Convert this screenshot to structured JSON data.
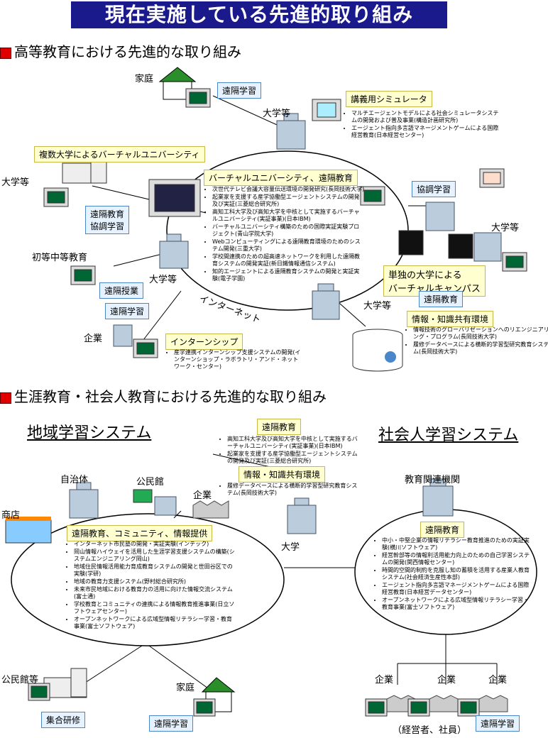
{
  "title": "現在実施している先進的取り組み",
  "sec1": {
    "heading": "高等教育における先進的な取り組み",
    "lbl_home": "家庭",
    "tag_remote_learn": "遠隔学習",
    "lbl_univ1": "大学等",
    "sim_title": "講義用シミュレータ",
    "sim_items": [
      "マルチエージェントモデルによる社会シミュレータシステムの開発および普及事業(構造計画研究所)",
      "エージェント指向多言語マネージメントゲームによる国際経営教育(日本経営センター)"
    ],
    "multi_univ": "複数大学によるバーチャルユニバーシティ",
    "lbl_univ_left": "大学等",
    "tag_remote_collab": "遠隔教育\n協調学習",
    "center_title": "バーチャルユニバーシティ、遠隔教育",
    "center_items": [
      "次世代テレビ会議大容量伝送環境の開発研究(長岡技術大学)",
      "起業家を支援する産学協働型エージェントシステムの開発及び実証(三菱総合研究所)",
      "高知工科大学及び高知大学を中核として実施するバーチャルユニバーシティ(実証事業)(日本IBM)",
      "バーチャルユニバーシティ構築のための国際実証実験プロジェクト(青山学院大学)",
      "Webコンピューティングによる遠隔教育環境のためのシステム開発(三重大学)",
      "学校間連携のための超高速ネットワークを利用した遠隔教育システムの開発実証(新日鐵情報通信システム)",
      "知的エージェントによる遠隔教育システムの開発と実証実験(電子学園)"
    ],
    "tag_collab": "協調学習",
    "lbl_univ_right": "大学等",
    "lbl_k12": "初等中等教育",
    "tag_remote_class": "遠隔授業",
    "lbl_univ_mid": "大学等",
    "campus": "単独の大学による\nバーチャルキャンパス",
    "tag_remote_edu": "遠隔教育",
    "internet": "インターネット",
    "tag_remote_learn2": "遠隔学習",
    "lbl_univ_bottom": "大学等",
    "lbl_company": "企業",
    "intern_title": "インターンシップ",
    "intern_items": [
      "産学連携インターンシップ支援システムの開発(インターンショップ・ラボラトリ・アンド・ネットワーク・センター)"
    ],
    "share_title": "情報・知識共有環境",
    "share_items": [
      "情報技術のグローバリゼーションへのリエンジニアリング・プログラム(長岡技術大学)",
      "履修データベースによる横断的学習型研究教育システム(長岡技術大学)"
    ]
  },
  "sec2": {
    "heading": "生涯教育・社会人教育における先進的な取り組み",
    "left_title": "地域学習システム",
    "right_title": "社会人学習システム",
    "mid_tag1": "遠隔教育",
    "mid_items1": [
      "高知工科大学及び高知大学を中核として実施するバーチャルユニバーシティ(実証事業)(日本IBM)",
      "起業家を支援する産学協働型エージェントシステムの開発及び実証(三菱総合研究所)"
    ],
    "mid_tag2": "情報・知識共有環境",
    "mid_items2": [
      "履修データベースによる横断的学習型研究教育システム(長岡技術大学)"
    ],
    "lbl_city": "自治体",
    "lbl_hall": "公民館",
    "lbl_company": "企業",
    "lbl_shop": "商店",
    "lbl_univ": "大学",
    "lbl_org": "教育関連機関",
    "left_tag": "遠隔教育、コミュニティ、情報提供",
    "left_items": [
      "インターネット市民塾の開発・実証実験(インテック)",
      "岡山情報ハイウェイを活用した生涯学習支援システムの構築(システムエンジニアリング岡山)",
      "地域住民情報活用能力育成教育システムの開発と世田谷区での実験(学研)",
      "地域の教育力支援システム(野村総合研究所)",
      "未来市民地域における教育力の活用に向けた情報交流システム(富士通)",
      "学校教育とコミュニティの連携による情報教育推進事業(日立ソフトウェアセンター)",
      "オープンネットワークによる広域型情報リテラシー学習・教育事業(富士ソフトウェア)"
    ],
    "right_tag": "遠隔教育",
    "right_items": [
      "中小・中堅企業の情報リテラシー教育推進のための実証実験(横川ソフトウェア)",
      "経営幹部等の情報利活用能力向上のための自己学習システムの開発(関西情報センター)",
      "時間的空間的制約を克服し知の蓄積を活用する産業人教育システム(社会経済生産性本部)",
      "エージェント指向多言語マネージメントゲームによる国際経営教育(日本経営データセンター)",
      "オープンネットワークによる広域型情報リテラシー学習・教育事業(富士ソフトウェア)"
    ],
    "lbl_hall2": "公民館等",
    "tag_group": "集合研修",
    "lbl_home": "家庭",
    "tag_remote_learn": "遠隔学習",
    "lbl_company_a": "企業",
    "lbl_company_b": "企業",
    "lbl_company_c": "企業",
    "lbl_staff": "（経営者、社員）",
    "tag_remote_learn2": "遠隔学習"
  }
}
